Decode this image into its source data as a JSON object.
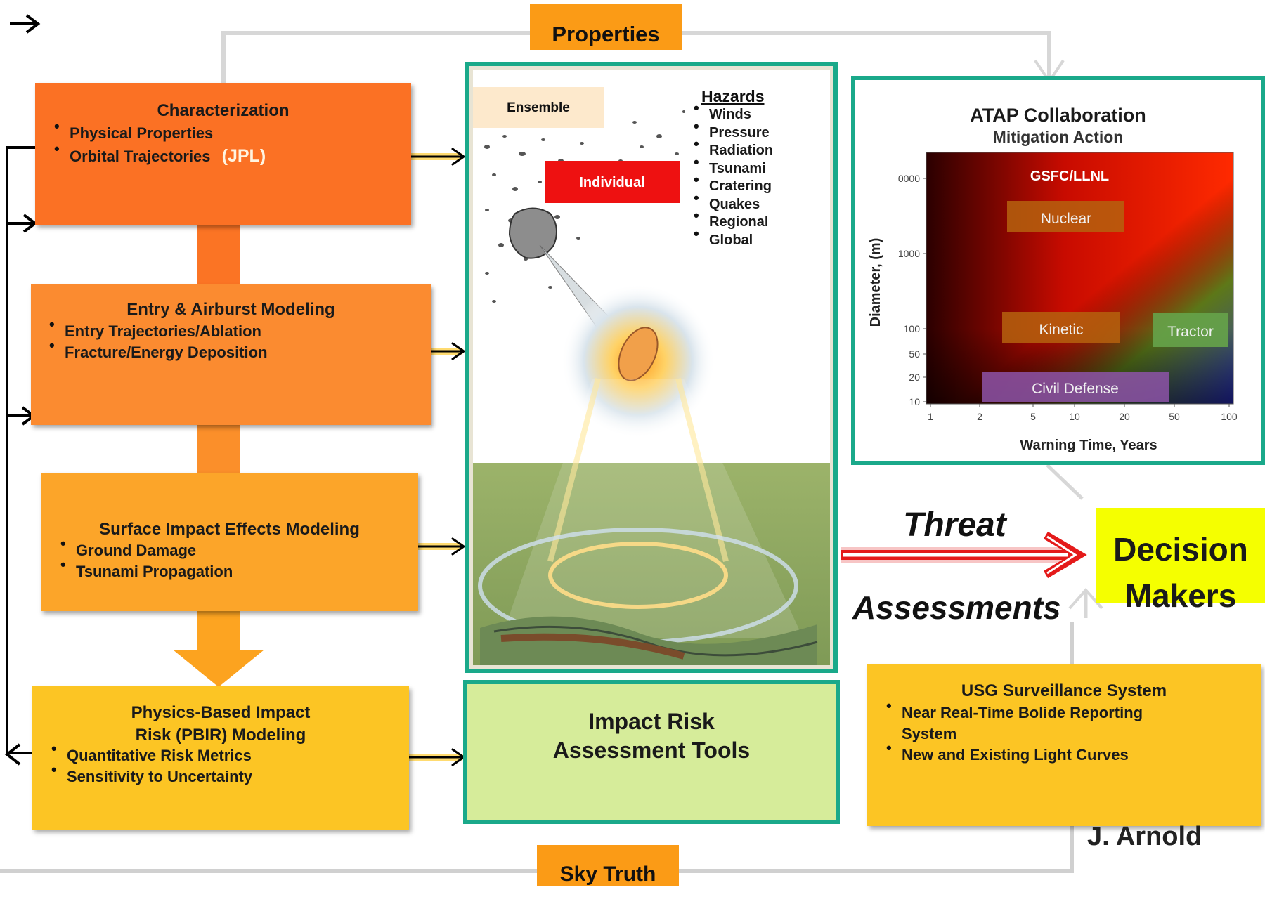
{
  "top": {
    "properties": "Properties",
    "sky_truth": "Sky Truth"
  },
  "characterization": {
    "title": "Characterization",
    "items": [
      "Physical Properties",
      "Orbital Trajectories"
    ],
    "jpl": "(JPL)"
  },
  "entry": {
    "title": "Entry & Airburst Modeling",
    "items": [
      "Entry Trajectories/Ablation",
      "Fracture/Energy Deposition"
    ]
  },
  "surface": {
    "title": "Surface Impact Effects Modeling",
    "items": [
      "Ground Damage",
      "Tsunami Propagation"
    ]
  },
  "pbir": {
    "title_line1": "Physics-Based Impact",
    "title_line2": "Risk (PBIR) Modeling",
    "items": [
      "Quantitative Risk Metrics",
      "Sensitivity to Uncertainty"
    ]
  },
  "illustration": {
    "ensemble": "Ensemble",
    "individual": "Individual",
    "hazards_title": "Hazards",
    "hazards": [
      "Winds",
      "Pressure",
      "Radiation",
      "Tsunami",
      "Cratering",
      "Quakes",
      "Regional",
      "Global"
    ]
  },
  "tools": {
    "line1": "Impact Risk",
    "line2": "Assessment Tools"
  },
  "atap": {
    "title": "ATAP Collaboration",
    "subtitle": "Mitigation Action",
    "gsfc": "GSFC/LLNL",
    "ylabel": "Diameter, (m)",
    "xlabel": "Warning Time, Years",
    "yticks": [
      "0000",
      "1000",
      "100",
      "50",
      "20",
      "10"
    ],
    "xticks": [
      "1",
      "2",
      "5",
      "10",
      "20",
      "50",
      "100"
    ],
    "regions": [
      "Nuclear",
      "Kinetic",
      "Tractor",
      "Civil Defense"
    ]
  },
  "threat": {
    "line1": "Threat",
    "line2": "Assessments"
  },
  "decision": {
    "line1": "Decision",
    "line2": "Makers"
  },
  "usg": {
    "title": "USG Surveillance System",
    "item1_line1": "Near Real-Time  Bolide Reporting",
    "item1_line2": "System",
    "item2": "New and Existing Light Curves"
  },
  "author": "J. Arnold",
  "colors": {
    "teal": "#1aa98a",
    "orange1": "#f7732a",
    "orange2": "#f88f2f",
    "orange3": "#f9a533",
    "orange4": "#fbc528",
    "yellow": "#f5ff00",
    "red": "#ee1111"
  }
}
